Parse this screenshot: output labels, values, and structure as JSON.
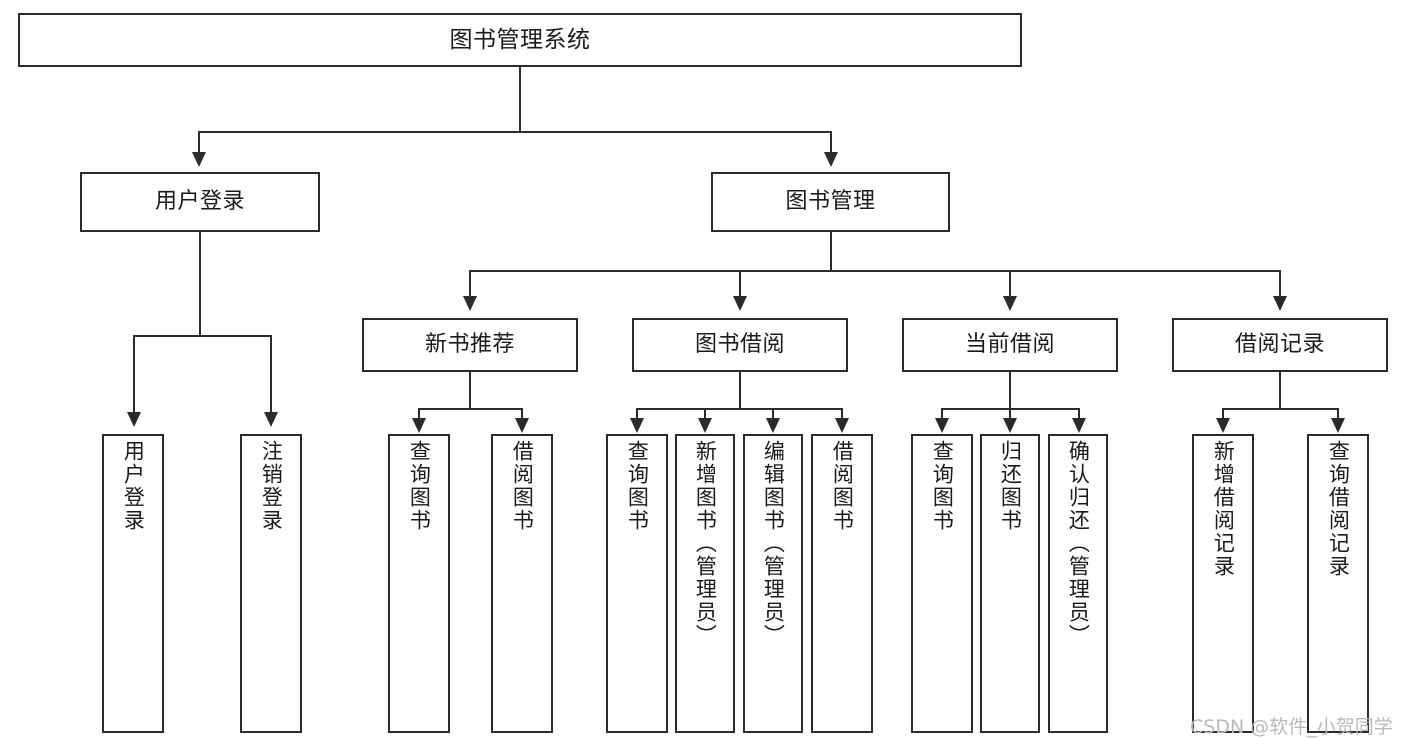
{
  "diagram": {
    "title": "图书管理系统",
    "type": "function-structure-tree",
    "root": {
      "label": "图书管理系统"
    },
    "level2": [
      {
        "label": "用户登录"
      },
      {
        "label": "图书管理"
      }
    ],
    "level3": [
      {
        "label": "新书推荐"
      },
      {
        "label": "图书借阅"
      },
      {
        "label": "当前借阅"
      },
      {
        "label": "借阅记录"
      }
    ],
    "leaves": {
      "user_login": [
        {
          "label": "用户登录"
        },
        {
          "label": "注销登录"
        }
      ],
      "new_book_recommend": [
        {
          "label": "查询图书"
        },
        {
          "label": "借阅图书"
        }
      ],
      "book_borrow": [
        {
          "label": "查询图书"
        },
        {
          "label": "新增图书（管理员）"
        },
        {
          "label": "编辑图书（管理员）"
        },
        {
          "label": "借阅图书"
        }
      ],
      "current_borrow": [
        {
          "label": "查询图书"
        },
        {
          "label": "归还图书"
        },
        {
          "label": "确认归还（管理员）"
        }
      ],
      "borrow_record": [
        {
          "label": "新增借阅记录"
        },
        {
          "label": "查询借阅记录"
        }
      ]
    }
  },
  "watermark": {
    "text": "CSDN @软件_小贺同学"
  },
  "colors": {
    "stroke": "#2b2b2b",
    "fill": "#ffffff",
    "text": "#1a1a1a",
    "watermark": "#b9b9b9"
  }
}
